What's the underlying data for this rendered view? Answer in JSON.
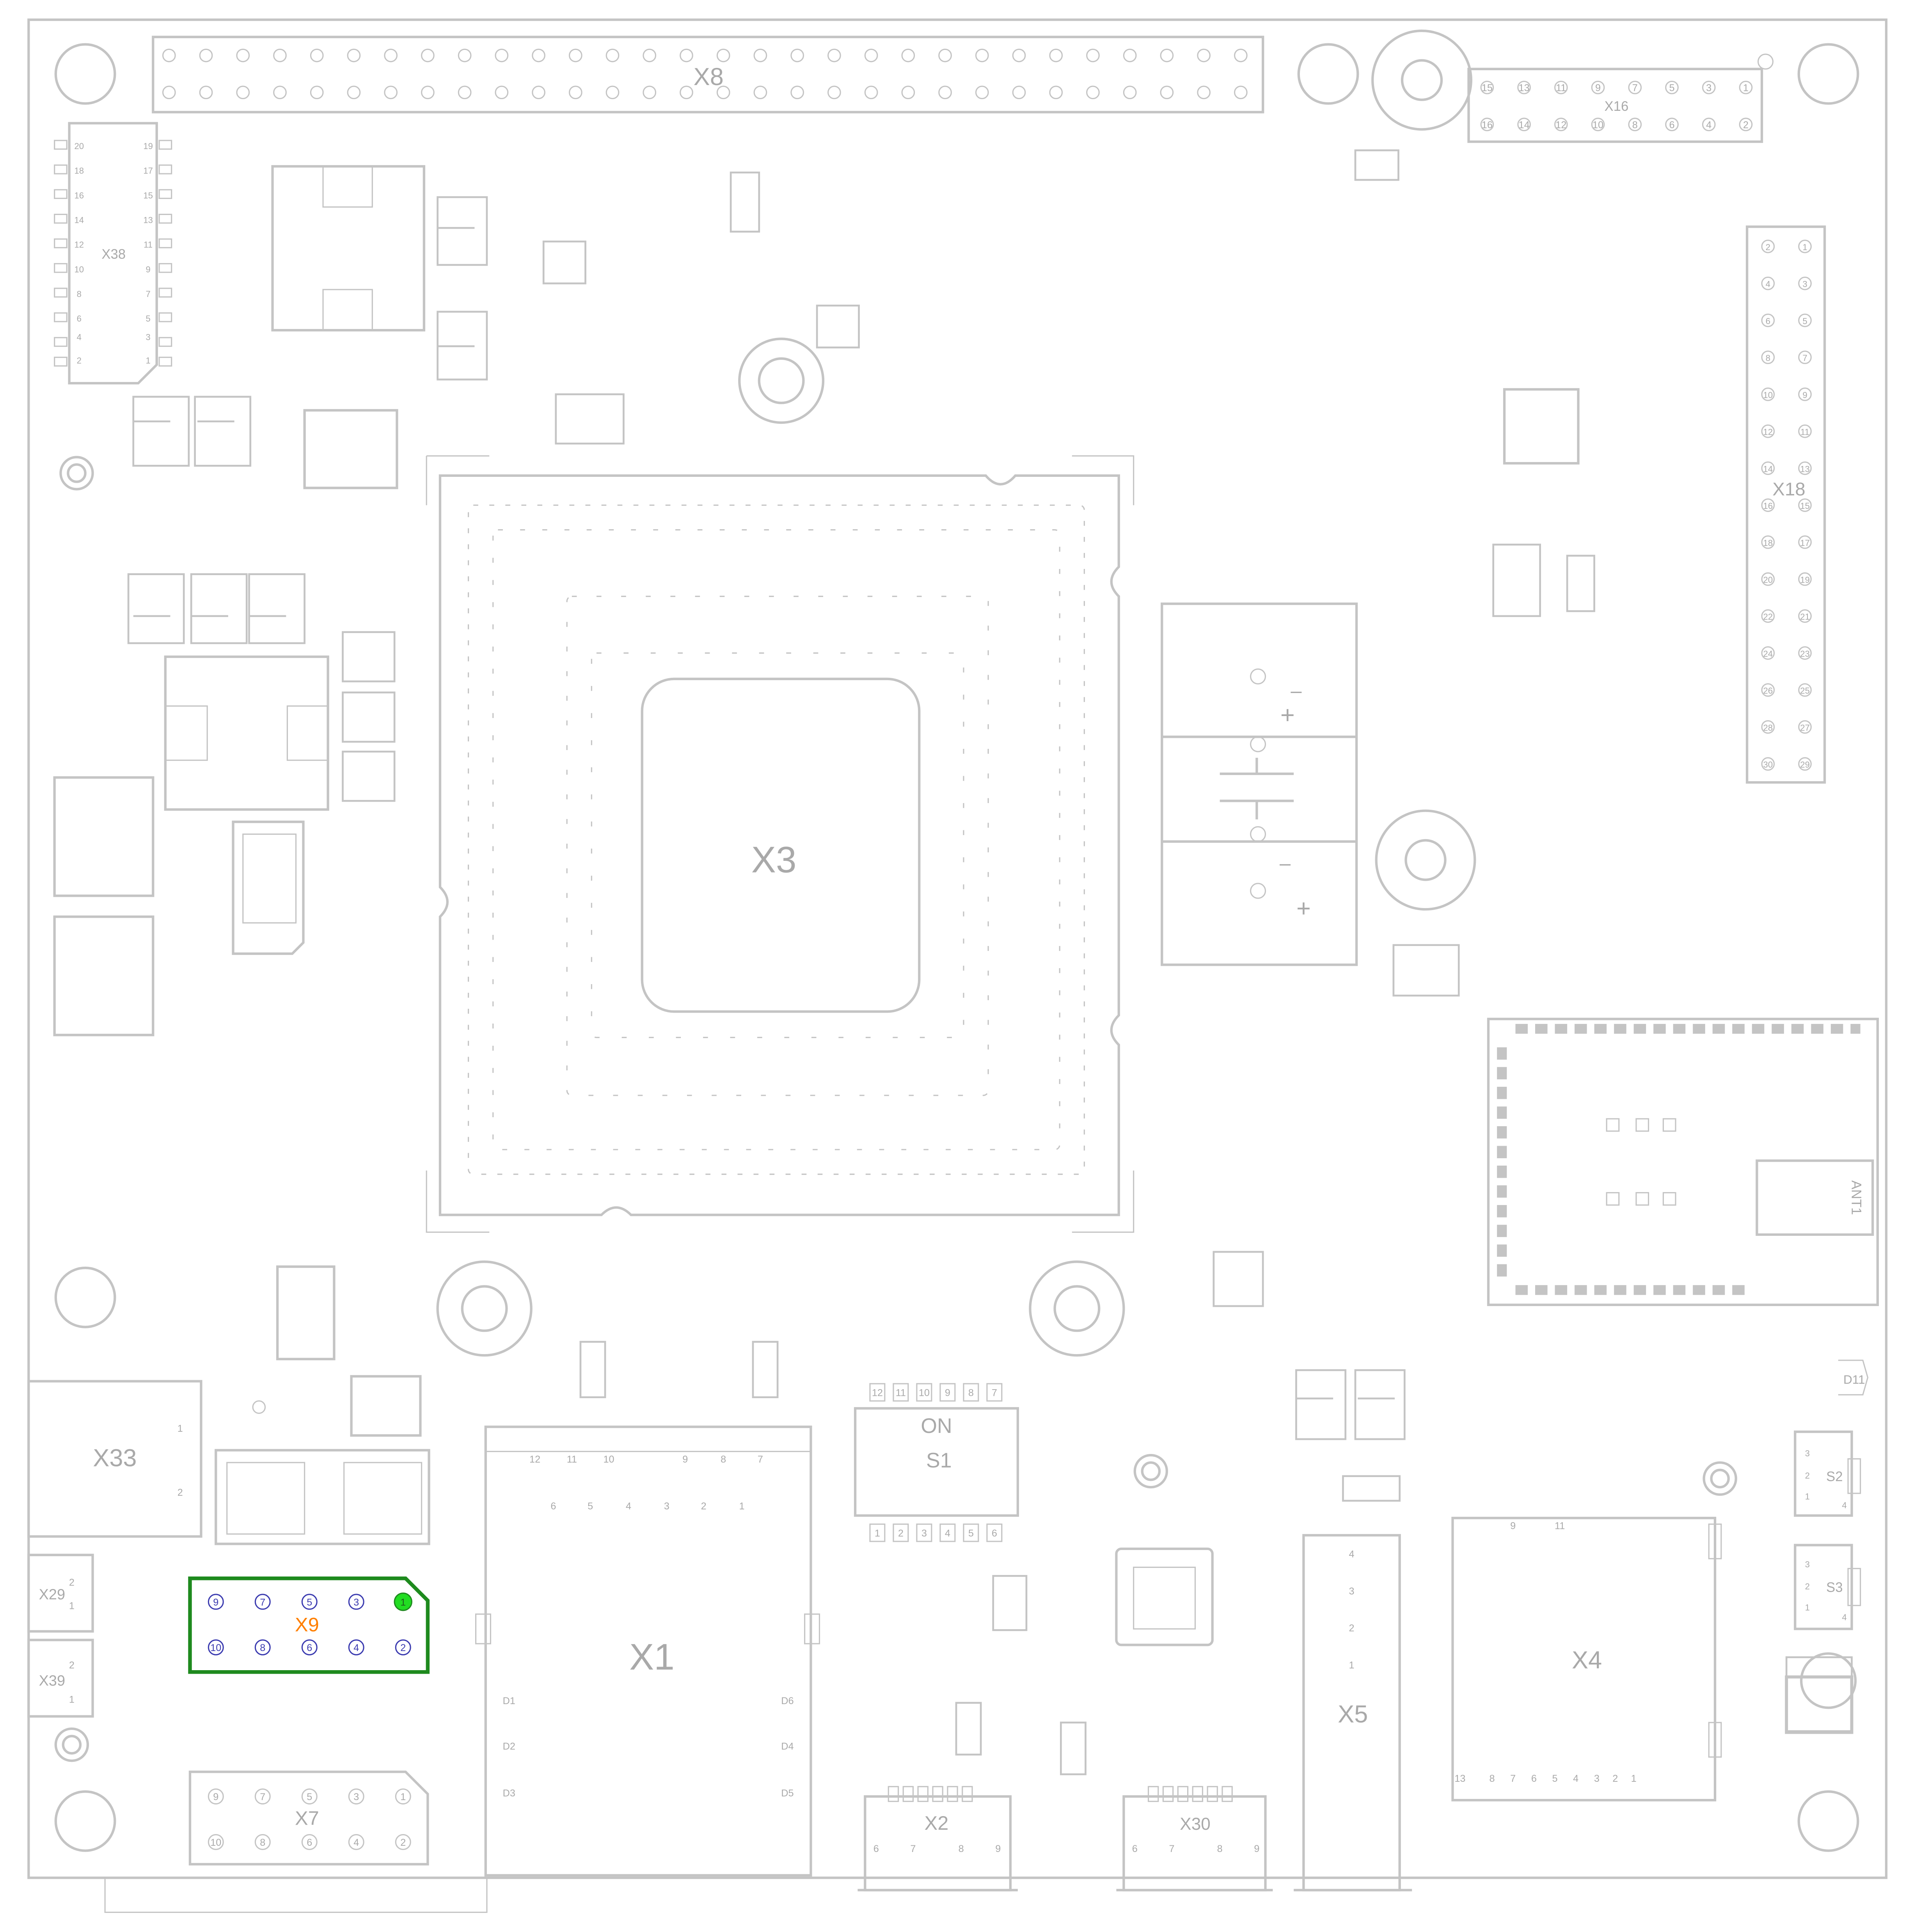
{
  "colors": {
    "outline": "#c4c4c4",
    "label": "#a9a9a9",
    "highlight_outline": "#1e8a1e",
    "highlight_label": "#ff7f00",
    "highlight_pin1": "#22dd22",
    "pin_ring_highlight": "#3b3bb0"
  },
  "labels": {
    "x8": "X8",
    "x16": "X16",
    "x38": "X38",
    "x18": "X18",
    "x3": "X3",
    "x33": "X33",
    "x29": "X29",
    "x39": "X39",
    "x9": "X9",
    "x7": "X7",
    "x1": "X1",
    "s1_on": "ON",
    "s1": "S1",
    "x2": "X2",
    "x30": "X30",
    "x5": "X5",
    "x4": "X4",
    "ant1": "ANT1",
    "d11": "D11",
    "s2": "S2",
    "s3": "S3",
    "plus": "+",
    "minus": "–"
  },
  "pins": {
    "x9_top": [
      "9",
      "7",
      "5",
      "3",
      "1"
    ],
    "x9_bottom": [
      "10",
      "8",
      "6",
      "4",
      "2"
    ],
    "x7_top": [
      "9",
      "7",
      "5",
      "3",
      "1"
    ],
    "x7_bottom": [
      "10",
      "8",
      "6",
      "4",
      "2"
    ],
    "x16_top": [
      "15",
      "13",
      "11",
      "9",
      "7",
      "5",
      "3",
      "1"
    ],
    "x16_bottom": [
      "16",
      "14",
      "12",
      "10",
      "8",
      "6",
      "4",
      "2"
    ],
    "x38_left": [
      "20",
      "18",
      "16",
      "14",
      "12",
      "10",
      "8",
      "6",
      "4",
      "2"
    ],
    "x38_right": [
      "19",
      "17",
      "15",
      "13",
      "11",
      "9",
      "7",
      "5",
      "3",
      "1"
    ],
    "x18_left": [
      "2",
      "4",
      "6",
      "8",
      "10",
      "12",
      "14",
      "16",
      "18",
      "20",
      "22",
      "24",
      "26",
      "28",
      "30"
    ],
    "x18_right": [
      "1",
      "3",
      "5",
      "7",
      "9",
      "11",
      "13",
      "15",
      "17",
      "19",
      "21",
      "23",
      "25",
      "27",
      "29"
    ],
    "s1_top": [
      "12",
      "11",
      "10",
      "9",
      "8",
      "7"
    ],
    "s1_bottom": [
      "1",
      "2",
      "3",
      "4",
      "5",
      "6"
    ],
    "x5": [
      "4",
      "3",
      "2",
      "1"
    ],
    "x1_top": [
      "12",
      "11",
      "10",
      "9",
      "8",
      "7"
    ],
    "x1_mid": [
      "6",
      "5",
      "4",
      "3",
      "2",
      "1"
    ],
    "x1_left": [
      "D1",
      "D2",
      "D3"
    ],
    "x1_right": [
      "D6",
      "D4",
      "D5"
    ],
    "x2": [
      "6",
      "7",
      "8",
      "9"
    ],
    "x30": [
      "6",
      "7",
      "8",
      "9"
    ],
    "x4_bottom": [
      "13",
      "8",
      "7",
      "6",
      "5",
      "4",
      "3",
      "2",
      "1"
    ],
    "x4_top": [
      "9",
      "11"
    ],
    "x33": [
      "1",
      "2"
    ],
    "x29": [
      "2",
      "1"
    ],
    "x39": [
      "2",
      "1"
    ],
    "s2": [
      "3",
      "2",
      "1",
      "4"
    ],
    "s3": [
      "3",
      "2",
      "1",
      "4"
    ]
  }
}
